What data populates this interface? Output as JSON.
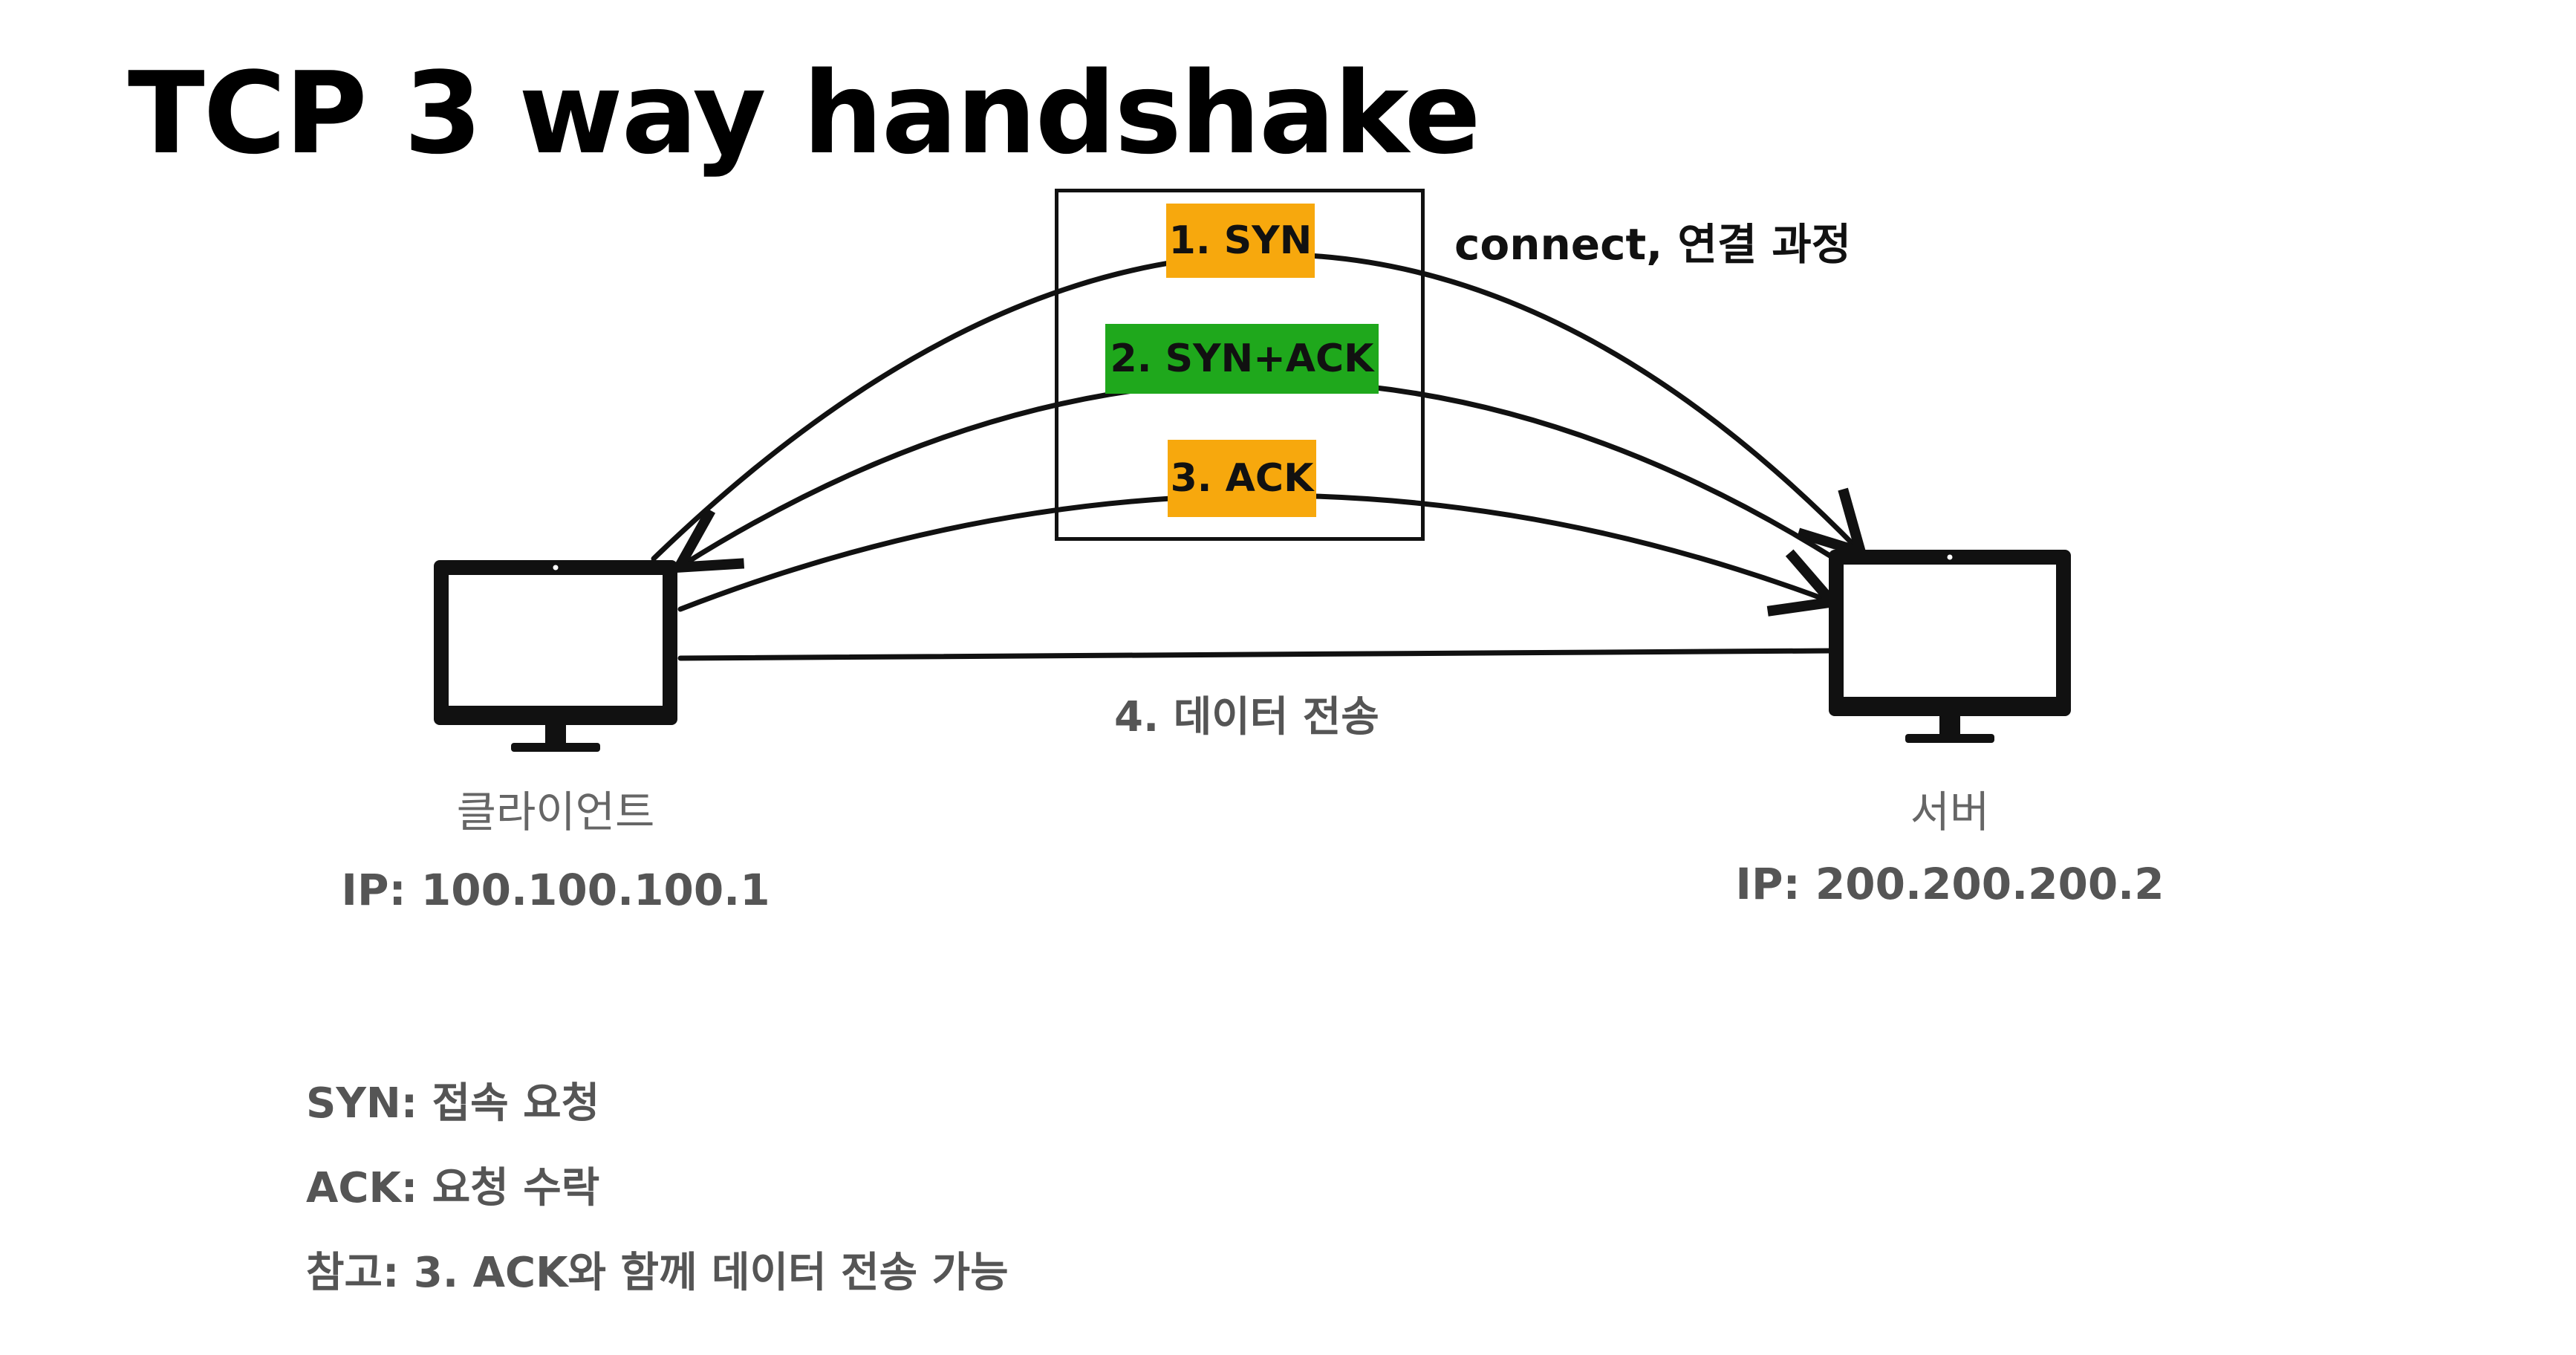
{
  "title": "TCP 3 way handshake",
  "steps": {
    "syn": "1. SYN",
    "syn_ack": "2. SYN+ACK",
    "ack": "3. ACK"
  },
  "step_colors": {
    "syn": "#F7A80D",
    "syn_ack": "#1FA81C",
    "ack": "#F7A80D"
  },
  "connect_note": "connect, 연결 과정",
  "data_transfer_label": "4. 데이터 전송",
  "client": {
    "name": "클라이언트",
    "ip": "IP: 100.100.100.1",
    "icon": "monitor-icon"
  },
  "server": {
    "name": "서버",
    "ip": "IP: 200.200.200.2",
    "icon": "monitor-icon"
  },
  "legend": [
    "SYN: 접속 요청",
    "ACK: 요청 수락",
    "참고: 3. ACK와 함께 데이터 전송 가능"
  ]
}
